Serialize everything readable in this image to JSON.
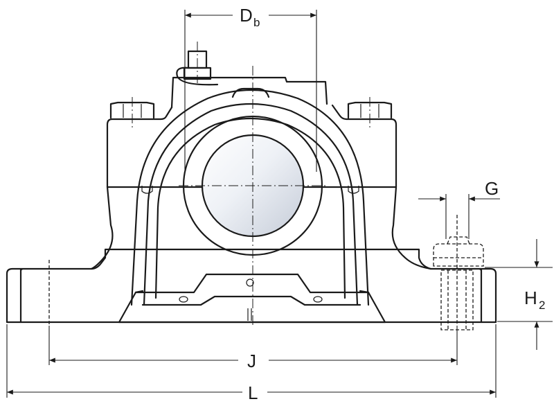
{
  "drawing": {
    "labels": {
      "Db_main": "D",
      "Db_sub": "b",
      "G": "G",
      "H2_main": "H",
      "H2_sub": "2",
      "J": "J",
      "L": "L"
    },
    "colors": {
      "line": "#1a1a1a",
      "bore_light": "#f4f6fa",
      "bore_dark": "#c9d0db",
      "background": "#ffffff"
    }
  }
}
